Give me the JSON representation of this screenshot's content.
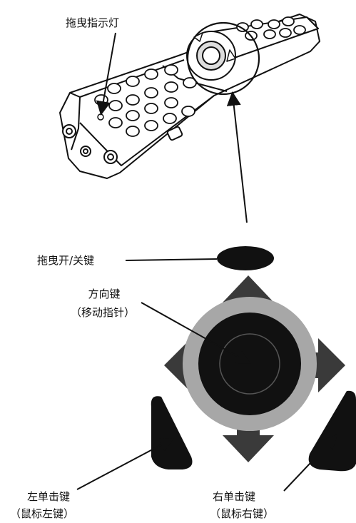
{
  "labels": {
    "drag_indicator": "拖曳指示灯",
    "drag_onoff_key": "拖曳开/关键",
    "direction_key": "方向键",
    "direction_key_sub": "（移动指针）",
    "left_click_key": "左单击键",
    "left_click_key_sub": "（鼠标左键）",
    "right_click_key": "右单击键",
    "right_click_key_sub": "（鼠标右键）"
  },
  "colors": {
    "line": "#111111",
    "button_fill": "#ffffff",
    "joystick_dark": "#111111",
    "joystick_ring": "#a7a7a7",
    "arrow_fill": "#3a3a3a"
  },
  "icons": {
    "remote": "remote-control-illustration",
    "joystick": "joystick-pad-icon"
  }
}
